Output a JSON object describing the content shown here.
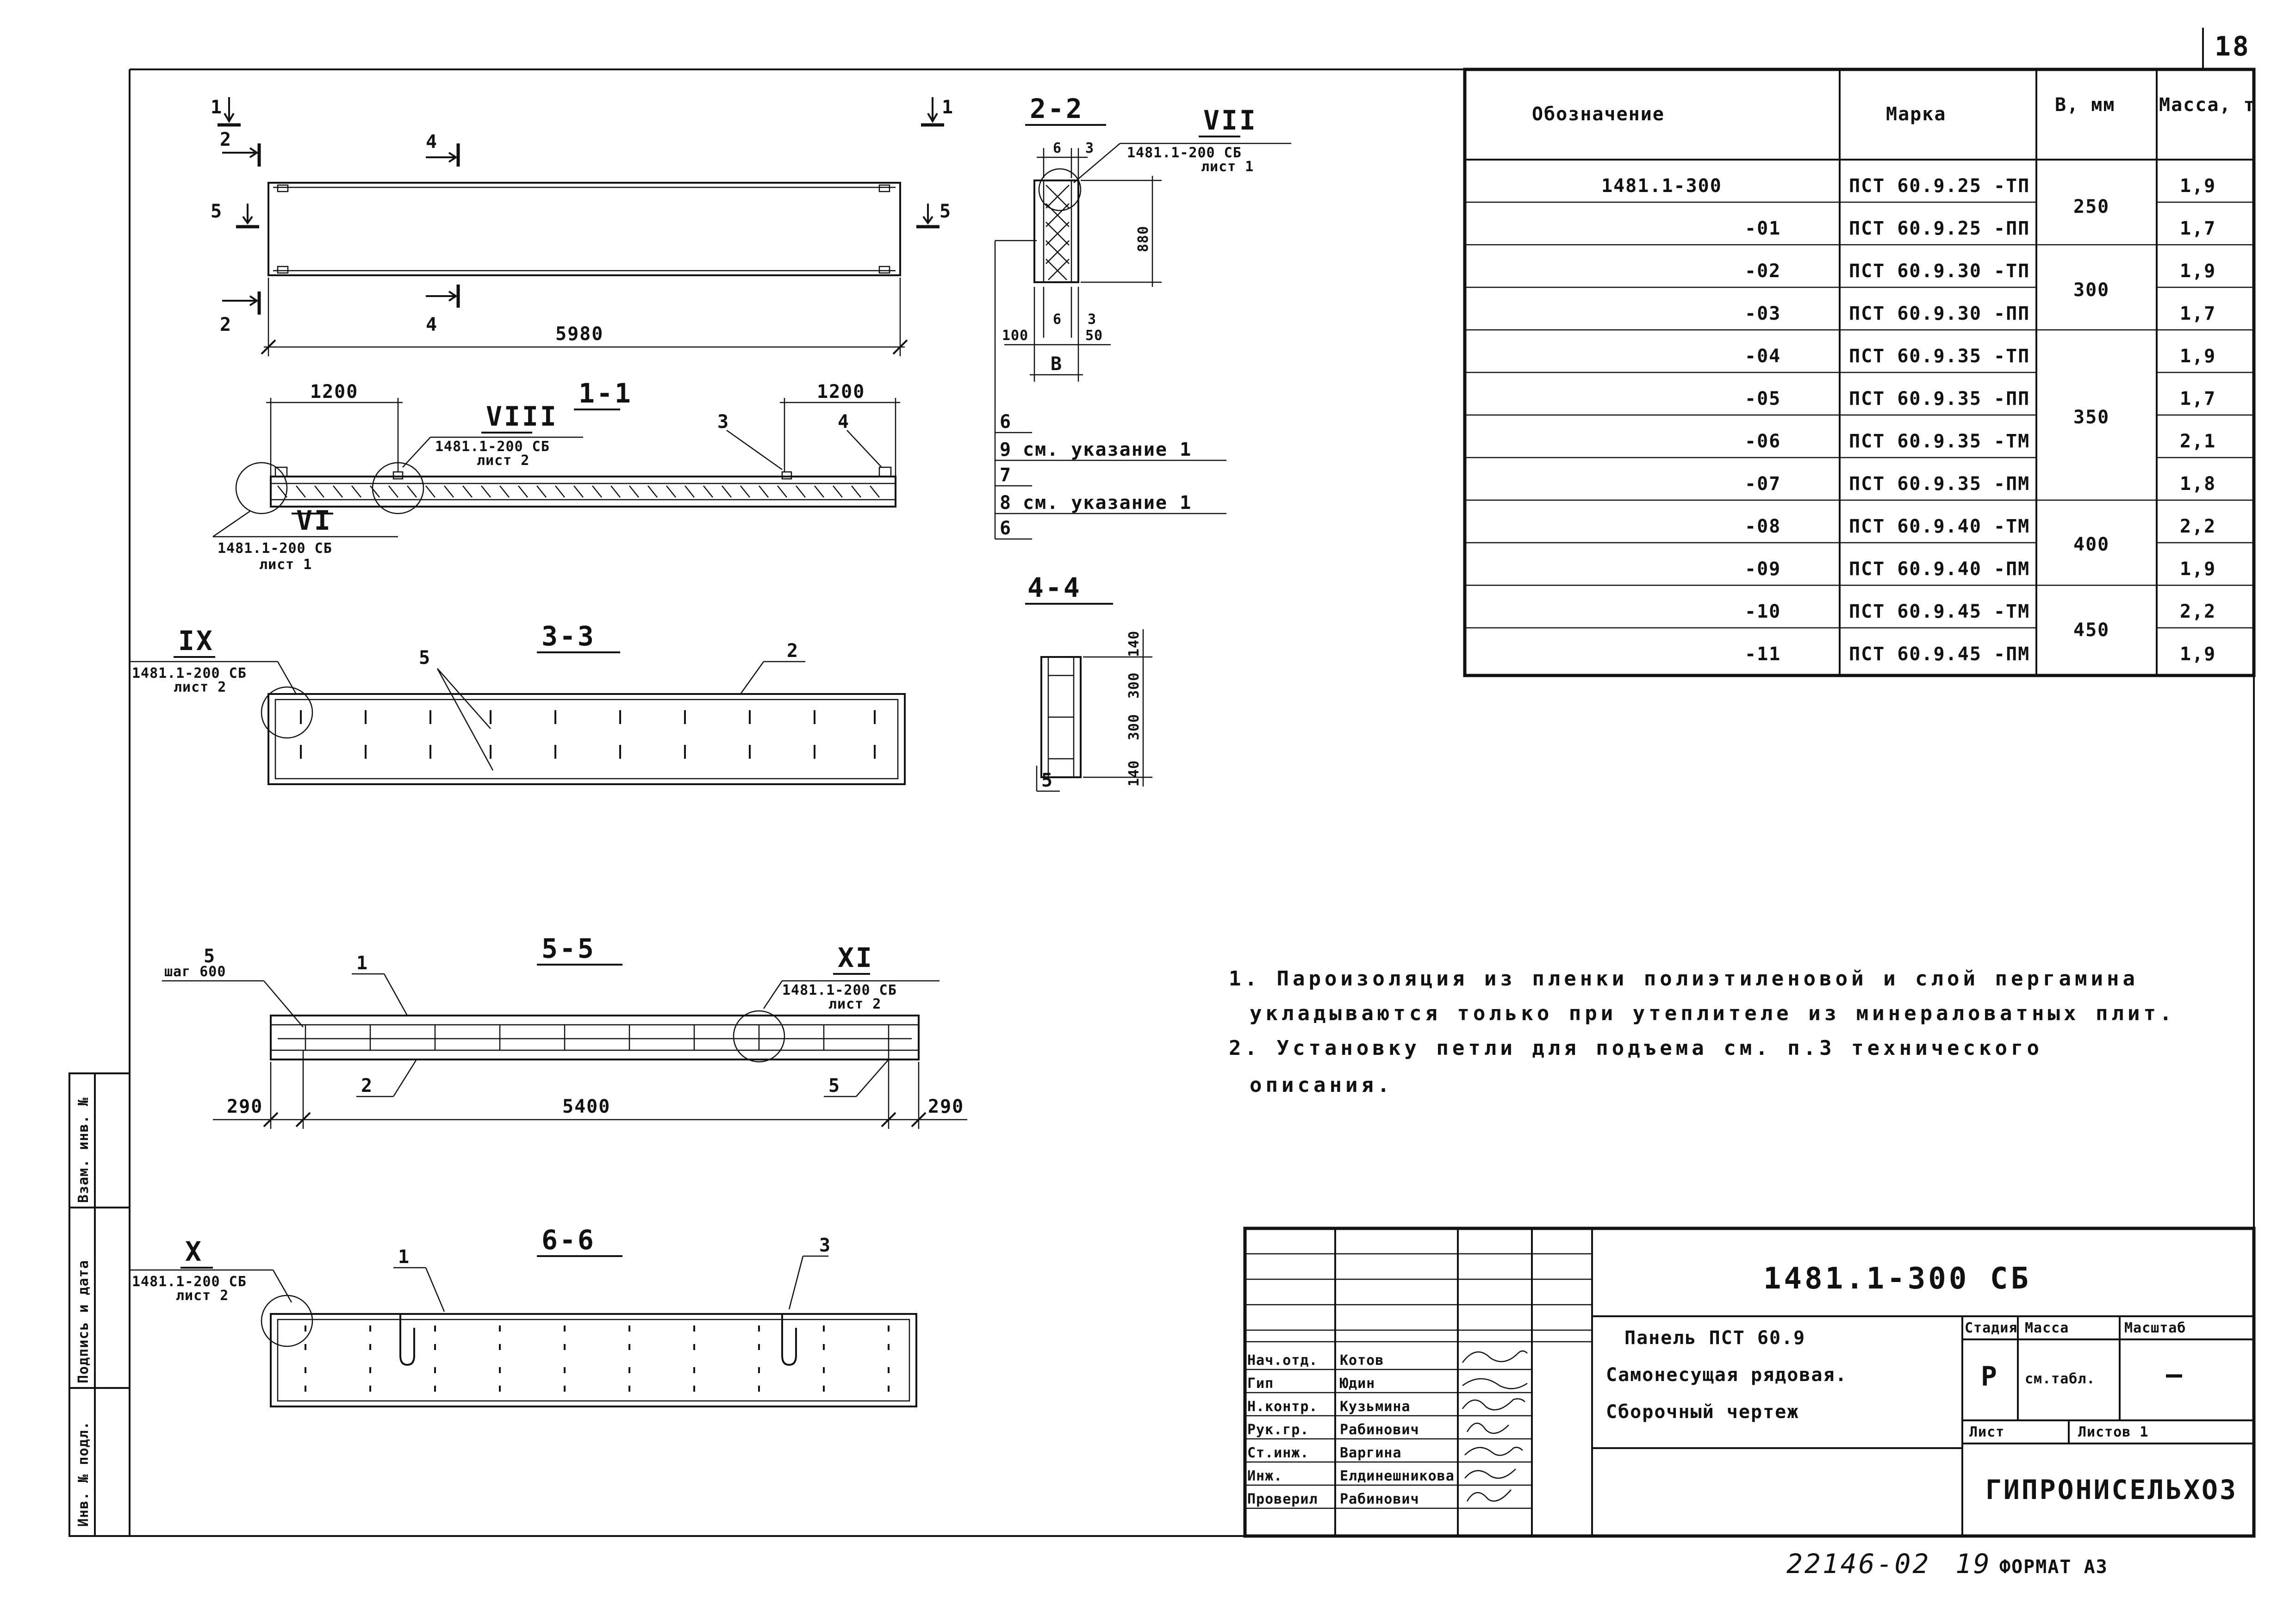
{
  "sheet": {
    "page_number": "18",
    "doc_code": "1481.1-300 СБ",
    "bottom_number": "22146-02",
    "bottom_number_sheet": "19",
    "format": "ФОРМАТ А3"
  },
  "side_stamp": {
    "inv_podl": "Инв. № подл.",
    "podpis_data": "Подпись и дата",
    "vzam_inv": "Взам. инв. №"
  },
  "spec_table": {
    "headers": {
      "designation": "Обозначение",
      "mark": "Марка",
      "b": "В, мм",
      "mass": "Масса, т"
    },
    "rows": [
      {
        "designation": "1481.1-300",
        "mark": "ПСТ 60.9.25 -ТП",
        "b": "250",
        "mass": "1,9"
      },
      {
        "designation": "-01",
        "mark": "ПСТ 60.9.25 -ПП",
        "b": "",
        "mass": "1,7"
      },
      {
        "designation": "-02",
        "mark": "ПСТ 60.9.30 -ТП",
        "b": "300",
        "mass": "1,9"
      },
      {
        "designation": "-03",
        "mark": "ПСТ 60.9.30 -ПП",
        "b": "",
        "mass": "1,7"
      },
      {
        "designation": "-04",
        "mark": "ПСТ 60.9.35 -ТП",
        "b": "350",
        "mass": "1,9"
      },
      {
        "designation": "-05",
        "mark": "ПСТ 60.9.35 -ПП",
        "b": "",
        "mass": "1,7"
      },
      {
        "designation": "-06",
        "mark": "ПСТ 60.9.35 -ТМ",
        "b": "",
        "mass": "2,1"
      },
      {
        "designation": "-07",
        "mark": "ПСТ 60.9.35 -ПМ",
        "b": "",
        "mass": "1,8"
      },
      {
        "designation": "-08",
        "mark": "ПСТ 60.9.40 -ТМ",
        "b": "400",
        "mass": "2,2"
      },
      {
        "designation": "-09",
        "mark": "ПСТ 60.9.40 -ПМ",
        "b": "",
        "mass": "1,9"
      },
      {
        "designation": "-10",
        "mark": "ПСТ 60.9.45 -ТМ",
        "b": "450",
        "mass": "2,2"
      },
      {
        "designation": "-11",
        "mark": "ПСТ 60.9.45 -ПМ",
        "b": "",
        "mass": "1,9"
      }
    ]
  },
  "notes": [
    "1. Пароизоляция из пленки полиэтиленовой и слой пергамина",
    "укладываются только при утеплителе из минераловатных плит.",
    "2. Установку петли для подъема см. п.3 технического",
    "описания."
  ],
  "views": {
    "plan": {
      "cut_1": "1",
      "cut_2": "2",
      "cut_4": "4",
      "cut_5": "5",
      "dim_length": "5980"
    },
    "section_1_1": {
      "title": "1-1",
      "dim_left": "1200",
      "dim_right": "1200",
      "ref_viii": "VIII",
      "ref_viii_doc": "1481.1-200 СБ",
      "ref_viii_sheet": "лист 2",
      "ref_vi": "VI",
      "ref_vi_doc": "1481.1-200 СБ",
      "ref_vi_sheet": "лист 1",
      "pos_3": "3",
      "pos_4": "4"
    },
    "section_2_2": {
      "title": "2-2",
      "ref_vii": "VII",
      "ref_vii_doc": "1481.1-200 СБ",
      "ref_vii_sheet": "лист 1",
      "dim_top_a": "6",
      "dim_top_b": "3",
      "dim_height": "880",
      "dim_100": "100",
      "dim_6": "6",
      "dim_3": "3",
      "dim_50": "50",
      "dim_b": "В",
      "layers": [
        {
          "num": "6",
          "text": ""
        },
        {
          "num": "9",
          "text": "см. указание 1"
        },
        {
          "num": "7",
          "text": ""
        },
        {
          "num": "8",
          "text": "см. указание 1"
        },
        {
          "num": "6",
          "text": ""
        }
      ]
    },
    "section_3_3": {
      "title": "3-3",
      "ref_ix": "IX",
      "ref_ix_doc": "1481.1-200 СБ",
      "ref_ix_sheet": "лист 2",
      "pos_5": "5",
      "pos_2": "2"
    },
    "section_4_4": {
      "title": "4-4",
      "dim_a": "140",
      "dim_b": "300",
      "dim_c": "300",
      "dim_d": "140",
      "pos_5": "5"
    },
    "section_5_5": {
      "title": "5-5",
      "pos_5": "5",
      "step": "шаг 600",
      "pos_1": "1",
      "pos_2": "2",
      "pos_5b": "5",
      "ref_xi": "XI",
      "ref_xi_doc": "1481.1-200 СБ",
      "ref_xi_sheet": "лист 2",
      "dim_left": "290",
      "dim_mid": "5400",
      "dim_right": "290"
    },
    "section_6_6": {
      "title": "6-6",
      "ref_x": "X",
      "ref_x_doc": "1481.1-200 СБ",
      "ref_x_sheet": "лист 2",
      "pos_1": "1",
      "pos_3": "3"
    }
  },
  "title_block": {
    "code": "1481.1-300 СБ",
    "name_line1": "Панель ПСТ 60.9",
    "name_line2": "Самонесущая рядовая.",
    "name_line3": "Сборочный чертеж",
    "stage_header": "Стадия",
    "mass_header": "Масса",
    "scale_header": "Масштаб",
    "stage": "Р",
    "mass": "см.табл.",
    "scale": "—",
    "sheet_label": "Лист",
    "sheets_label": "Листов 1",
    "org": "ГИПРОНИСЕЛЬХОЗ",
    "signatures": [
      {
        "role": "Нач.отд.",
        "name": "Котов"
      },
      {
        "role": "Гип",
        "name": "Юдин"
      },
      {
        "role": "Н.контр.",
        "name": "Кузьмина"
      },
      {
        "role": "Рук.гр.",
        "name": "Рабинович"
      },
      {
        "role": "Ст.инж.",
        "name": "Варгина"
      },
      {
        "role": "Инж.",
        "name": "Елдинешникова"
      },
      {
        "role": "Проверил",
        "name": "Рабинович"
      }
    ]
  }
}
